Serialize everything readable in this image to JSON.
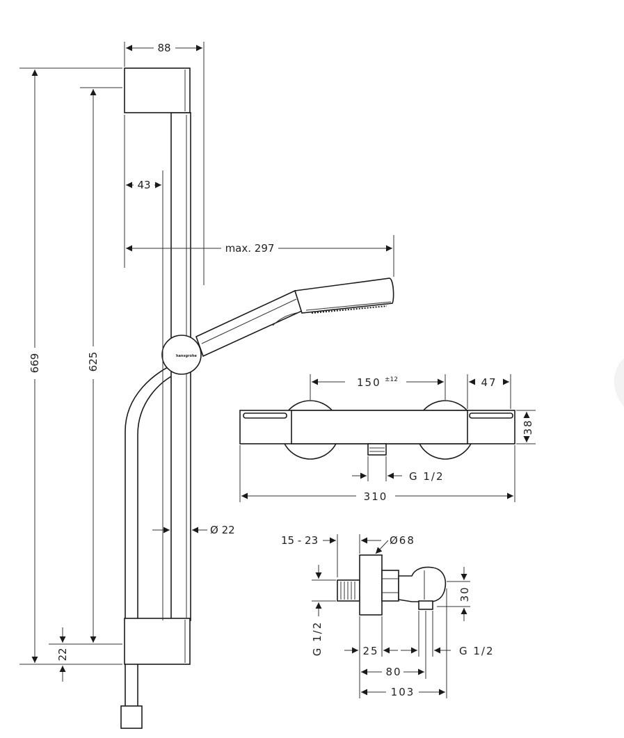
{
  "drawing": {
    "shower_set": {
      "dims": {
        "width_top": "88",
        "height_total": "669",
        "height_bar": "625",
        "offset_43": "43",
        "reach_max": "max. 297",
        "diameter_bar": "Ø 22",
        "bottom_22": "22"
      },
      "logo": "hansgrohe"
    },
    "thermostat_front": {
      "dims": {
        "center_distance": "150",
        "tolerance": "±12",
        "end_width": "47",
        "height": "38",
        "width_total": "310",
        "outlet_thread": "G 1/2"
      }
    },
    "thermostat_side": {
      "dims": {
        "depth_range": "15 - 23",
        "rosette_diameter": "Ø68",
        "inlet_thread": "G 1/2",
        "dim_25": "25",
        "dim_80": "80",
        "dim_103": "103",
        "dim_30": "30",
        "outlet_thread": "G 1/2"
      }
    },
    "colors": {
      "line": "#1a1a1a",
      "background": "#ffffff"
    }
  }
}
